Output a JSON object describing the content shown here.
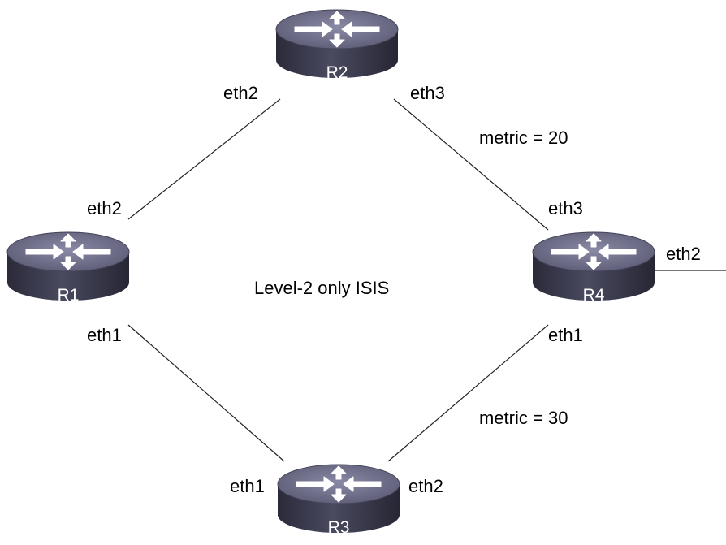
{
  "diagram": {
    "center_label": "Level-2 only ISIS",
    "routers": [
      {
        "id": "r1",
        "name": "R1"
      },
      {
        "id": "r2",
        "name": "R2"
      },
      {
        "id": "r3",
        "name": "R3"
      },
      {
        "id": "r4",
        "name": "R4"
      }
    ],
    "interfaces": {
      "r1_eth2": "eth2",
      "r1_eth1": "eth1",
      "r2_eth2": "eth2",
      "r2_eth3": "eth3",
      "r3_eth1": "eth1",
      "r3_eth2": "eth2",
      "r4_eth3": "eth3",
      "r4_eth1": "eth1",
      "r4_eth2": "eth2"
    },
    "metrics": {
      "r2_r4": "metric = 20",
      "r3_r4": "metric = 30"
    },
    "icon": "router-icon",
    "colors": {
      "router_top": "#6b6b85",
      "router_side": "#3a3a4e",
      "router_text": "#ffffff"
    }
  }
}
